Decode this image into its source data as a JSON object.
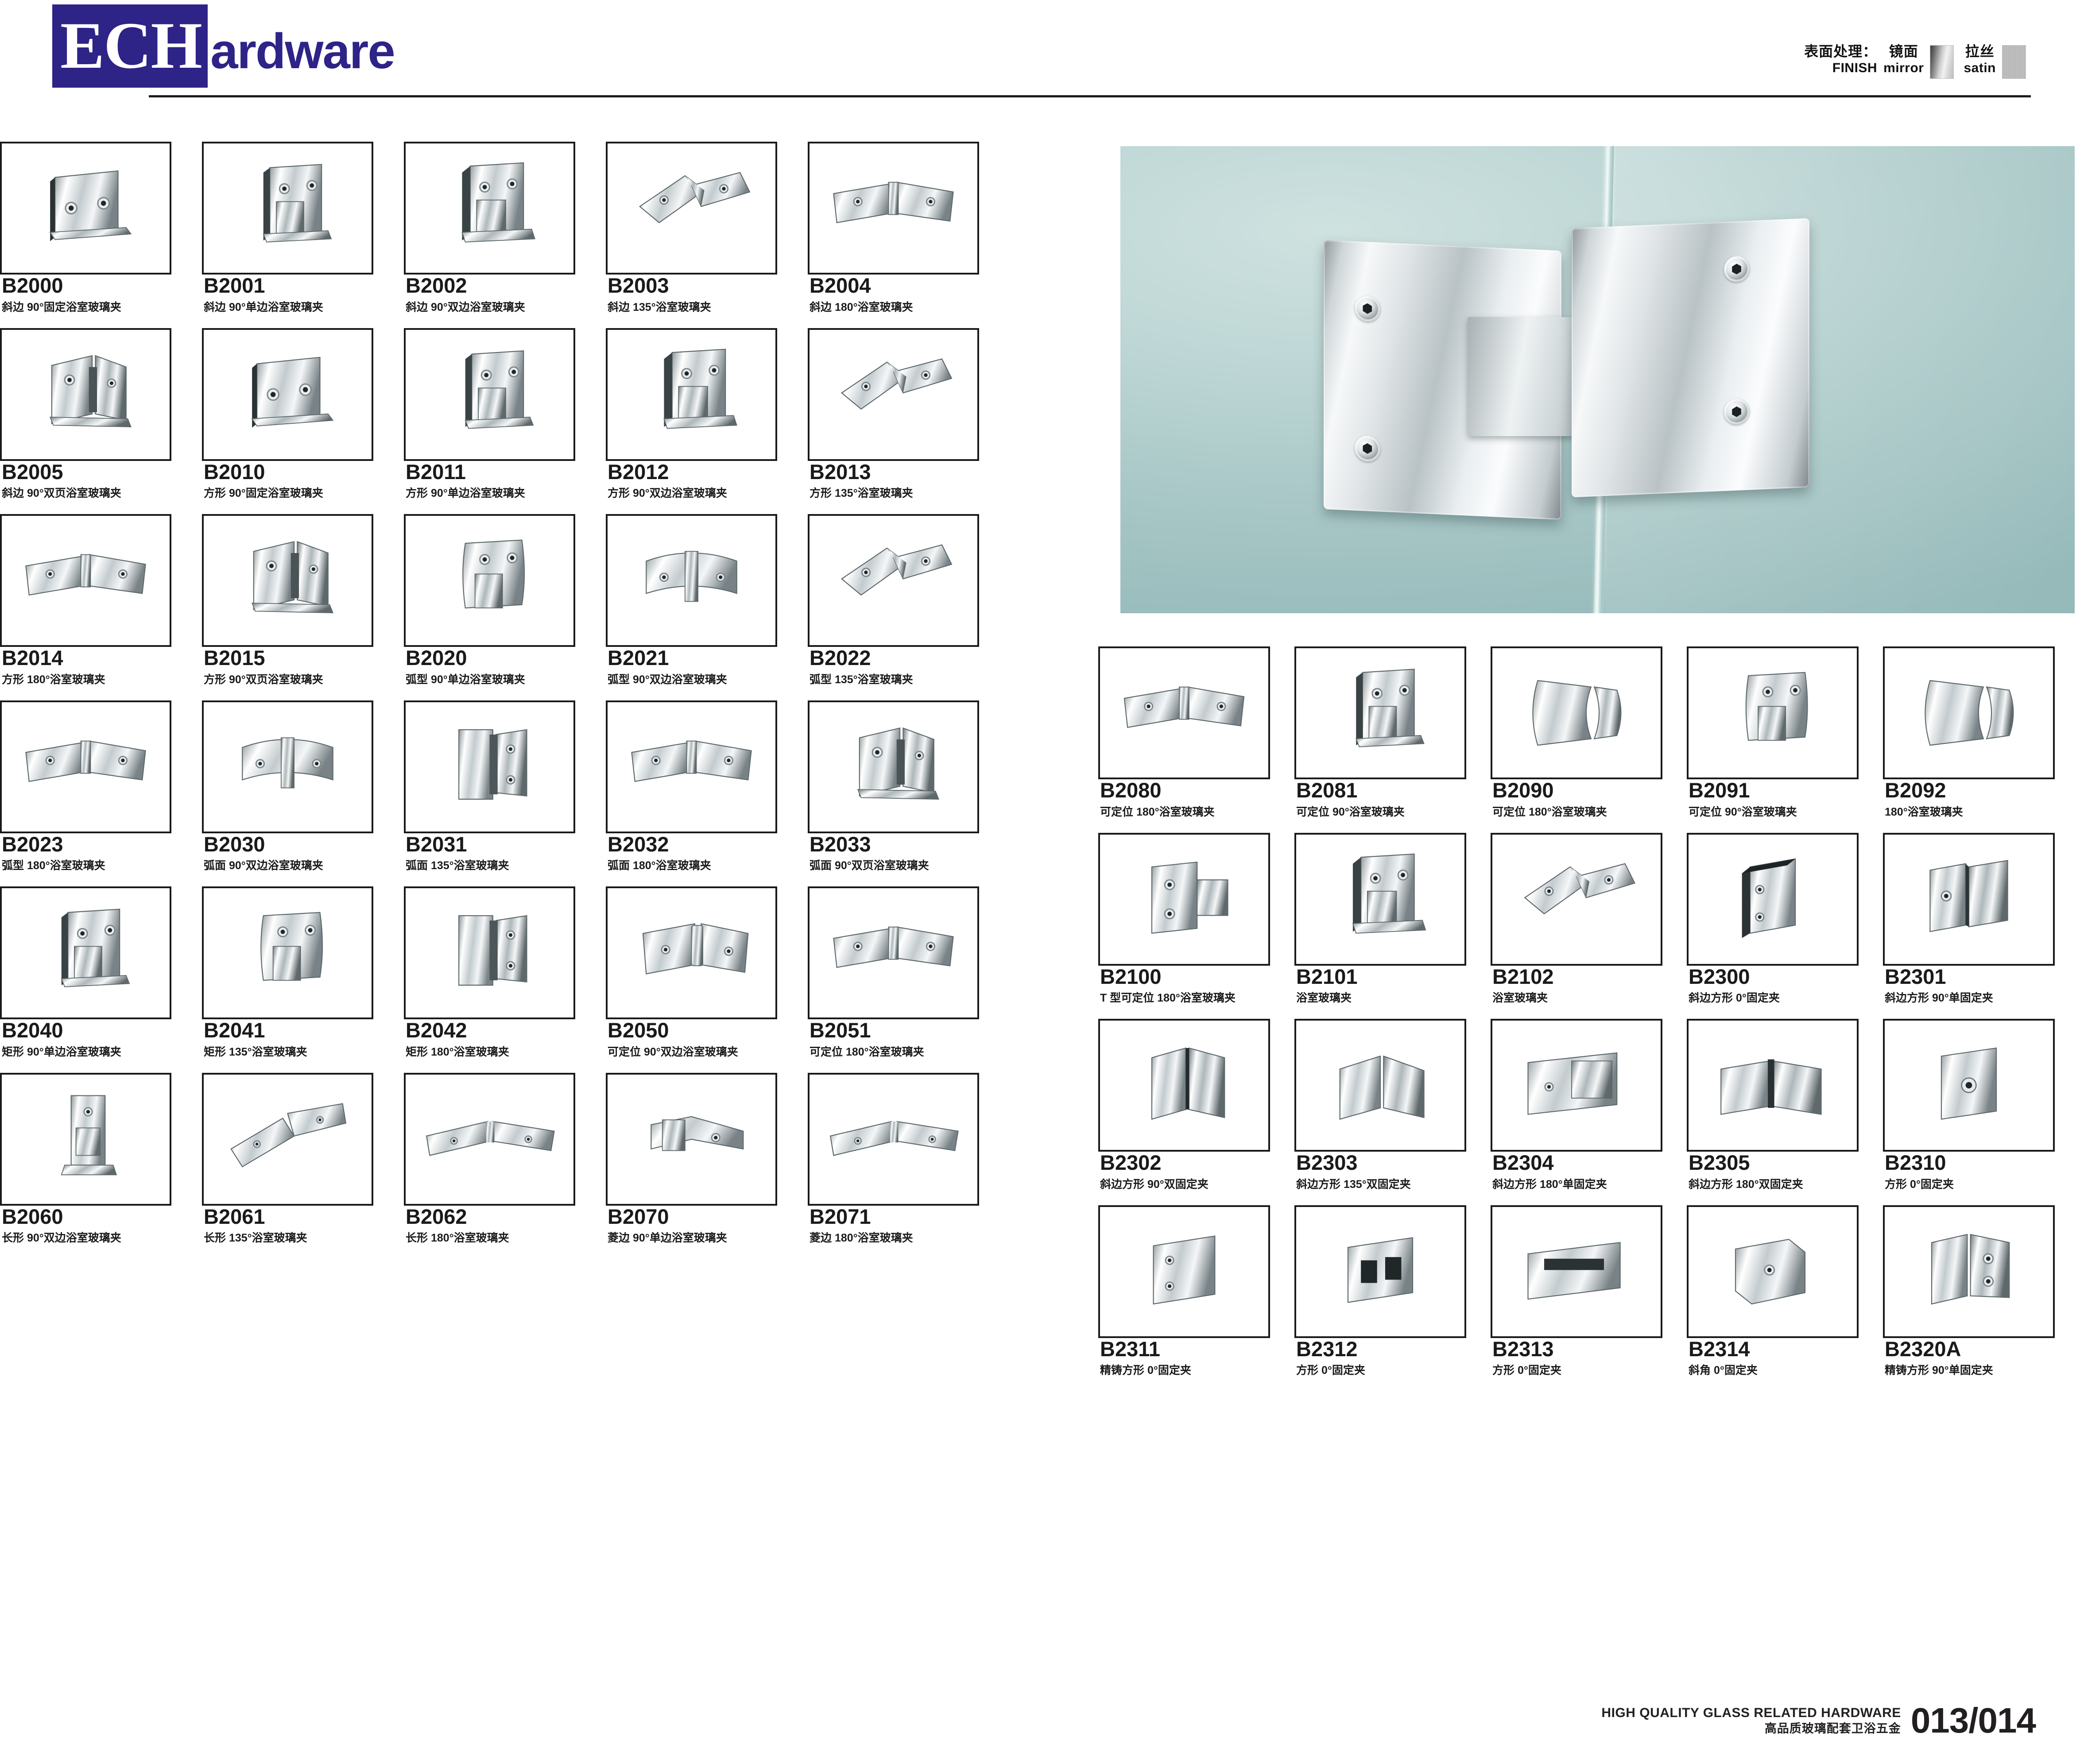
{
  "header": {
    "logo_mark": "ECH",
    "logo_word": "ardware"
  },
  "finish": {
    "label_cn": "表面处理：",
    "label_en": "FINISH",
    "mirror_cn": "镜面",
    "mirror_en": "mirror",
    "satin_cn": "拉丝",
    "satin_en": "satin",
    "mirror_swatch_color": "#cfcfcf",
    "satin_swatch_color": "#b9b9b9"
  },
  "hero": {
    "name": "glass-to-glass-hinge-photo",
    "background_color": "#a9c8c7"
  },
  "left_products": [
    [
      {
        "code": "B2000",
        "desc": "斜边 90°固定浴室玻璃夹",
        "art": "clamp-90-fixed"
      },
      {
        "code": "B2001",
        "desc": "斜边 90°单边浴室玻璃夹",
        "art": "hinge-90-single"
      },
      {
        "code": "B2002",
        "desc": "斜边 90°双边浴室玻璃夹",
        "art": "hinge-90-double"
      },
      {
        "code": "B2003",
        "desc": "斜边 135°浴室玻璃夹",
        "art": "hinge-135"
      },
      {
        "code": "B2004",
        "desc": "斜边 180°浴室玻璃夹",
        "art": "hinge-180"
      }
    ],
    [
      {
        "code": "B2005",
        "desc": "斜边 90°双页浴室玻璃夹",
        "art": "hinge-90-twoleaf"
      },
      {
        "code": "B2010",
        "desc": "方形 90°固定浴室玻璃夹",
        "art": "clamp-90-fixed"
      },
      {
        "code": "B2011",
        "desc": "方形 90°单边浴室玻璃夹",
        "art": "hinge-90-single"
      },
      {
        "code": "B2012",
        "desc": "方形 90°双边浴室玻璃夹",
        "art": "hinge-90-double"
      },
      {
        "code": "B2013",
        "desc": "方形 135°浴室玻璃夹",
        "art": "hinge-135"
      }
    ],
    [
      {
        "code": "B2014",
        "desc": "方形 180°浴室玻璃夹",
        "art": "hinge-180"
      },
      {
        "code": "B2015",
        "desc": "方形 90°双页浴室玻璃夹",
        "art": "hinge-90-twoleaf"
      },
      {
        "code": "B2020",
        "desc": "弧型 90°单边浴室玻璃夹",
        "art": "hinge-curved-single"
      },
      {
        "code": "B2021",
        "desc": "弧型 90°双边浴室玻璃夹",
        "art": "hinge-curved-double"
      },
      {
        "code": "B2022",
        "desc": "弧型 135°浴室玻璃夹",
        "art": "hinge-135"
      }
    ],
    [
      {
        "code": "B2023",
        "desc": "弧型 180°浴室玻璃夹",
        "art": "hinge-180"
      },
      {
        "code": "B2030",
        "desc": "弧面 90°双边浴室玻璃夹",
        "art": "hinge-curved-double"
      },
      {
        "code": "B2031",
        "desc": "弧面 135°浴室玻璃夹",
        "art": "hinge-135-tall"
      },
      {
        "code": "B2032",
        "desc": "弧面 180°浴室玻璃夹",
        "art": "hinge-180"
      },
      {
        "code": "B2033",
        "desc": "弧面 90°双页浴室玻璃夹",
        "art": "hinge-90-twoleaf"
      }
    ],
    [
      {
        "code": "B2040",
        "desc": "矩形 90°单边浴室玻璃夹",
        "art": "hinge-90-single"
      },
      {
        "code": "B2041",
        "desc": "矩形 135°浴室玻璃夹",
        "art": "hinge-curved-single"
      },
      {
        "code": "B2042",
        "desc": "矩形 180°浴室玻璃夹",
        "art": "hinge-135-tall"
      },
      {
        "code": "B2050",
        "desc": "可定位 90°双边浴室玻璃夹",
        "art": "hinge-positionable"
      },
      {
        "code": "B2051",
        "desc": "可定位 180°浴室玻璃夹",
        "art": "hinge-180"
      }
    ],
    [
      {
        "code": "B2060",
        "desc": "长形 90°双边浴室玻璃夹",
        "art": "clamp-long"
      },
      {
        "code": "B2061",
        "desc": "长形 135°浴室玻璃夹",
        "art": "hinge-135-long"
      },
      {
        "code": "B2062",
        "desc": "长形 180°浴室玻璃夹",
        "art": "hinge-180-long"
      },
      {
        "code": "B2070",
        "desc": "菱边 90°单边浴室玻璃夹",
        "art": "hinge-diamond-single"
      },
      {
        "code": "B2071",
        "desc": "菱边 180°浴室玻璃夹",
        "art": "hinge-180-long"
      }
    ]
  ],
  "right_products": [
    [
      {
        "code": "B2080",
        "desc": "可定位 180°浴室玻璃夹",
        "art": "hinge-180"
      },
      {
        "code": "B2081",
        "desc": "可定位 90°浴室玻璃夹",
        "art": "hinge-90-single"
      },
      {
        "code": "B2090",
        "desc": "可定位 180°浴室玻璃夹",
        "art": "hinge-curved-180"
      },
      {
        "code": "B2091",
        "desc": "可定位 90°浴室玻璃夹",
        "art": "hinge-curved-single"
      },
      {
        "code": "B2092",
        "desc": "180°浴室玻璃夹",
        "art": "hinge-curved-180"
      }
    ],
    [
      {
        "code": "B2100",
        "desc": "T 型可定位 180°浴室玻璃夹",
        "art": "hinge-t-type"
      },
      {
        "code": "B2101",
        "desc": "浴室玻璃夹",
        "art": "hinge-90-double"
      },
      {
        "code": "B2102",
        "desc": "浴室玻璃夹",
        "art": "hinge-135"
      },
      {
        "code": "B2300",
        "desc": "斜边方形 0°固定夹",
        "art": "clamp-0-flat"
      },
      {
        "code": "B2301",
        "desc": "斜边方形 90°单固定夹",
        "art": "clamp-90-corner"
      }
    ],
    [
      {
        "code": "B2302",
        "desc": "斜边方形 90°双固定夹",
        "art": "clamp-90-double"
      },
      {
        "code": "B2303",
        "desc": "斜边方形 135°双固定夹",
        "art": "clamp-135-double"
      },
      {
        "code": "B2304",
        "desc": "斜边方形 180°单固定夹",
        "art": "clamp-180-single"
      },
      {
        "code": "B2305",
        "desc": "斜边方形 180°双固定夹",
        "art": "clamp-180-double"
      },
      {
        "code": "B2310",
        "desc": "方形 0°固定夹",
        "art": "clamp-0-square"
      }
    ],
    [
      {
        "code": "B2311",
        "desc": "精铸方形 0°固定夹",
        "art": "clamp-0-cast"
      },
      {
        "code": "B2312",
        "desc": "方形 0°固定夹",
        "art": "clamp-0-slot"
      },
      {
        "code": "B2313",
        "desc": "方形 0°固定夹",
        "art": "clamp-0-wide"
      },
      {
        "code": "B2314",
        "desc": "斜角 0°固定夹",
        "art": "clamp-0-bevel"
      },
      {
        "code": "B2320A",
        "desc": "精铸方形 90°单固定夹",
        "art": "clamp-90-cast"
      }
    ]
  ],
  "footer": {
    "line_en": "HIGH QUALITY GLASS RELATED HARDWARE",
    "line_cn": "高品质玻璃配套卫浴五金",
    "page": "013/014"
  }
}
